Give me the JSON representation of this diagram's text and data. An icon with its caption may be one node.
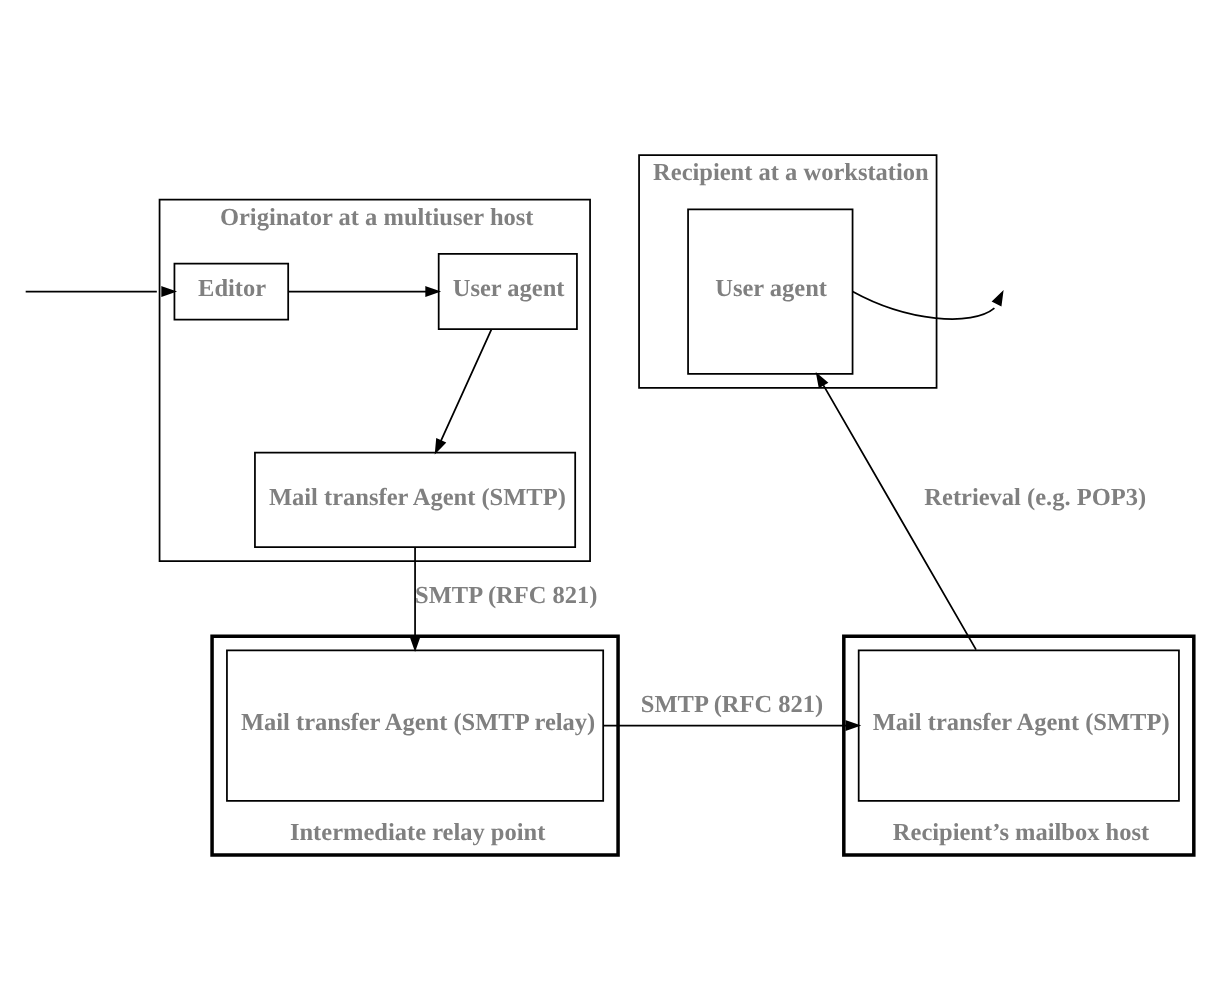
{
  "diagram": {
    "nodes": [
      {
        "text": [
          "Originator at a multiuser host"
        ]
      },
      {
        "text": [
          "Editor"
        ],
        "in": 0
      },
      {
        "text": [
          "User agent"
        ],
        "in": 0
      },
      {
        "text": [
          "Mail transfer Agent (SMTP)"
        ],
        "in": 0
      },
      {
        "text": [
          "Recipient at a workstation"
        ]
      },
      {
        "text": [
          "User agent"
        ],
        "in": 4
      },
      {
        "text": [
          "Intermediate relay point"
        ]
      },
      {
        "text": [
          "Mail transfer Agent (SMTP relay)"
        ],
        "in": 6
      },
      {
        "text": [
          "Recipient’s mailbox host"
        ]
      },
      {
        "text": [
          "Mail transfer Agent (SMTP)"
        ],
        "in": 8
      }
    ],
    "edges": [
      {
        "from": null,
        "to": 1,
        "arrow": "to"
      },
      {
        "from": 1,
        "to": 2,
        "arrow": "to"
      },
      {
        "from": 2,
        "to": 3,
        "arrow": "to"
      },
      {
        "from": 3,
        "to": 7,
        "arrow": "to",
        "label": "SMTP (RFC 821)"
      },
      {
        "from": 7,
        "to": 9,
        "arrow": "to",
        "label": "SMTP (RFC 821)"
      },
      {
        "from": 9,
        "to": 5,
        "arrow": "to",
        "label": "Retrieval (e.g. POP3)"
      },
      {
        "from": 5,
        "to": null,
        "arrow": "to"
      }
    ]
  }
}
